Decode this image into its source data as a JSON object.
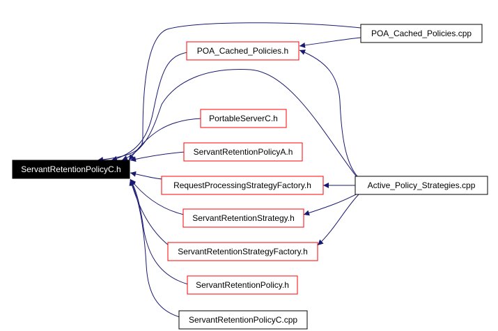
{
  "diagram": {
    "focus_node": {
      "id": "n0",
      "label": "ServantRetentionPolicyC.h"
    },
    "nodes": [
      {
        "id": "n1",
        "label": "POA_Cached_Policies.cpp",
        "border": "black"
      },
      {
        "id": "n2",
        "label": "POA_Cached_Policies.h",
        "border": "red"
      },
      {
        "id": "n3",
        "label": "PortableServerC.h",
        "border": "red"
      },
      {
        "id": "n4",
        "label": "ServantRetentionPolicyA.h",
        "border": "red"
      },
      {
        "id": "n5",
        "label": "RequestProcessingStrategyFactory.h",
        "border": "red"
      },
      {
        "id": "n6",
        "label": "Active_Policy_Strategies.cpp",
        "border": "black"
      },
      {
        "id": "n7",
        "label": "ServantRetentionStrategy.h",
        "border": "red"
      },
      {
        "id": "n8",
        "label": "ServantRetentionStrategyFactory.h",
        "border": "red"
      },
      {
        "id": "n9",
        "label": "ServantRetentionPolicy.h",
        "border": "red"
      },
      {
        "id": "n10",
        "label": "ServantRetentionPolicyC.cpp",
        "border": "black"
      }
    ],
    "edges": [
      [
        "n1",
        "n0"
      ],
      [
        "n2",
        "n0"
      ],
      [
        "n6",
        "n0"
      ],
      [
        "n3",
        "n0"
      ],
      [
        "n4",
        "n0"
      ],
      [
        "n5",
        "n0"
      ],
      [
        "n7",
        "n0"
      ],
      [
        "n8",
        "n0"
      ],
      [
        "n9",
        "n0"
      ],
      [
        "n10",
        "n0"
      ],
      [
        "n1",
        "n2"
      ],
      [
        "n6",
        "n2"
      ],
      [
        "n6",
        "n5"
      ],
      [
        "n6",
        "n7"
      ],
      [
        "n6",
        "n8"
      ]
    ],
    "colors": {
      "edge": "#191970",
      "red_border": "#ff0000",
      "black_border": "#000000",
      "focus_fill": "#000000",
      "focus_text": "#ffffff"
    }
  }
}
